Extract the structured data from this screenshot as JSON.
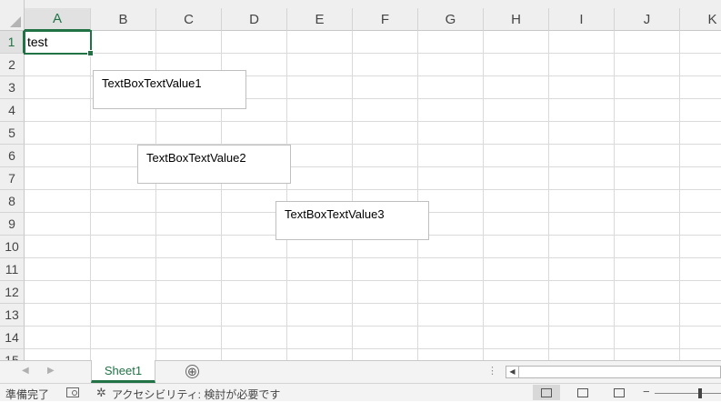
{
  "columns": [
    "A",
    "B",
    "C",
    "D",
    "E",
    "F",
    "G",
    "H",
    "I",
    "J",
    "K"
  ],
  "rows": [
    "1",
    "2",
    "3",
    "4",
    "5",
    "6",
    "7",
    "8",
    "9",
    "10",
    "11",
    "12",
    "13",
    "14",
    "15"
  ],
  "cells": {
    "A1": "test"
  },
  "textboxes": [
    "TextBoxTextValue1",
    "TextBoxTextValue2",
    "TextBoxTextValue3"
  ],
  "sheet_tabs": [
    "Sheet1"
  ],
  "add_sheet_label": "⊕",
  "status": {
    "ready": "準備完了",
    "accessibility": "アクセシビリティ: 検討が必要です",
    "zoom_minus": "−"
  },
  "colors": {
    "accent": "#217346"
  },
  "icons": [
    "select-all-icon",
    "nav-left-icon",
    "nav-right-icon",
    "add-sheet-icon",
    "macro-record-icon",
    "accessibility-icon",
    "normal-view-icon",
    "page-layout-icon",
    "page-break-icon"
  ]
}
